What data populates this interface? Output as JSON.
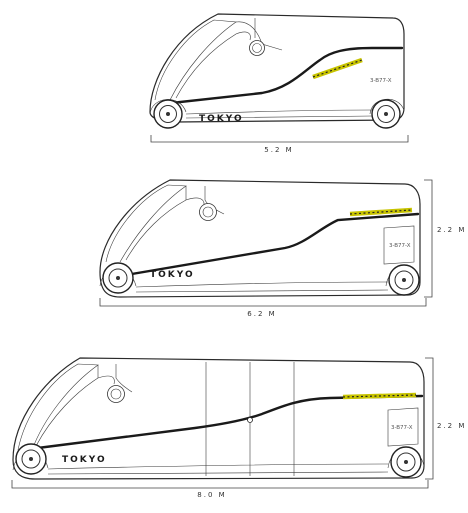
{
  "colors": {
    "outline": "#2a2a2a",
    "belt": "#1a1a1a",
    "stripe": "#c8c400",
    "background": "#ffffff"
  },
  "vehicles": [
    {
      "brand": "TOKYO",
      "plate": "3-B77-X",
      "length_label": "5.2 M",
      "height_label": ""
    },
    {
      "brand": "TOKYO",
      "plate": "3-B77-X",
      "length_label": "6.2 M",
      "height_label": "2.2 M"
    },
    {
      "brand": "TOKYO",
      "plate": "3-B77-X",
      "length_label": "8.0 M",
      "height_label": "2.2 M"
    }
  ]
}
